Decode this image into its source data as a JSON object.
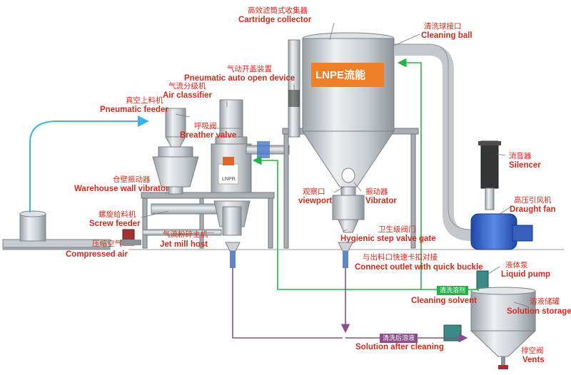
{
  "labels": {
    "cartridge_collector": {
      "cn": "高效滤筒式收集器",
      "en": "Cartridge collector"
    },
    "cleaning_ball": {
      "cn": "清洗球接口",
      "en": "Cleaning ball"
    },
    "pneumatic_open": {
      "cn": "气动开盖装置",
      "en": "Pneumatic auto open device"
    },
    "air_classifier": {
      "cn": "气流分级机",
      "en": "Air classifier"
    },
    "pneumatic_feeder": {
      "cn": "真空上料机",
      "en": "Pneumatic feeder"
    },
    "breather_valve": {
      "cn": "呼吸阀",
      "en": "Breather valve"
    },
    "wall_vibrator": {
      "cn": "仓壁振动器",
      "en": "Warehouse wall vibrator"
    },
    "screw_feeder": {
      "cn": "螺旋给料机",
      "en": "Screw feeder"
    },
    "compressed_air": {
      "cn": "压缩空气",
      "en": "Compressed air"
    },
    "jet_mill": {
      "cn": "气流粉碎主机",
      "en": "Jet mill host"
    },
    "viewport": {
      "cn": "观察口",
      "en": "viewport"
    },
    "vibrator": {
      "cn": "振动器",
      "en": "Vibrator"
    },
    "hygienic_valve": {
      "cn": "卫生级阀门",
      "en": "Hygienic step valve gate"
    },
    "quick_buckle": {
      "cn": "与出料口快速卡扣对接",
      "en": "Connect outlet with quick buckle"
    },
    "silencer": {
      "cn": "消音器",
      "en": "Silencer"
    },
    "draught_fan": {
      "cn": "高压引风机",
      "en": "Draught fan"
    },
    "liquid_pump": {
      "cn": "液体泵",
      "en": "Liquid pump"
    },
    "cleaning_solvent": {
      "cn": "清洗溶剂",
      "en": "Cleaning solvent"
    },
    "solution_storage": {
      "cn": "溶液储罐",
      "en": "Solution storage"
    },
    "solution_after": {
      "cn": "清洗后溶液",
      "en": "Solution after cleaning"
    },
    "vents": {
      "cn": "排空阀",
      "en": "Vents"
    }
  },
  "logos": {
    "collector": "LNPE流能",
    "mill": "LNPR"
  },
  "colors": {
    "label": "#d32b1e",
    "green_line": "#26b24a",
    "purple_line": "#8a4e8a",
    "blue_line": "#3ab4e6",
    "fan": "#2f62c9"
  }
}
